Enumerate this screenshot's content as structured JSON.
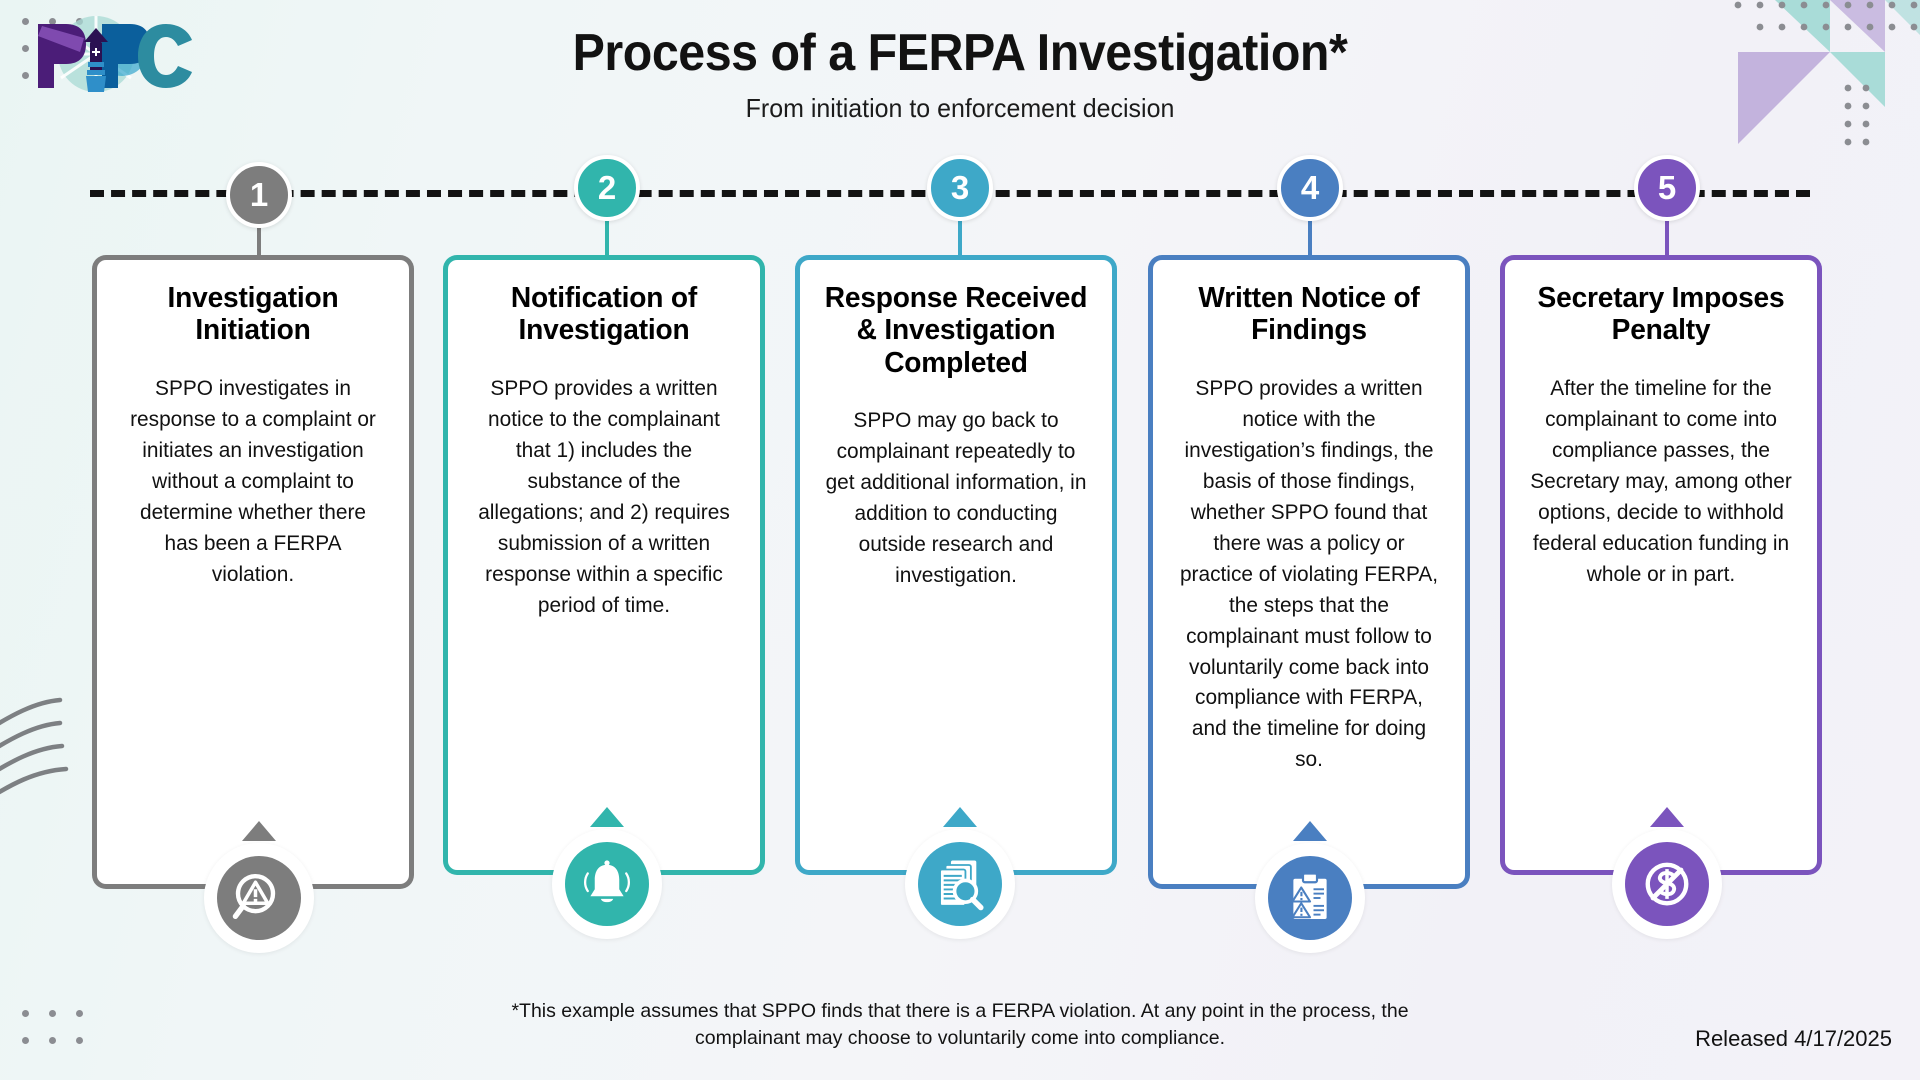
{
  "header": {
    "title": "Process of a FERPA Investigation*",
    "subtitle": "From initiation to enforcement decision"
  },
  "logo": {
    "name": "pipc-logo",
    "letters": "PIPC",
    "alt": "PIPC lighthouse logo"
  },
  "palette": {
    "step1": "#7d7d7d",
    "step2": "#31b5ac",
    "step3": "#3ea8c8",
    "step4": "#4a7fc1",
    "step5": "#7b54bd",
    "dash": "#131313",
    "background_left": "#eaf5f3",
    "background_right": "#f3f2f8",
    "deco_teal": "#a9dcd8",
    "deco_lavender": "#c3b3dd",
    "deco_dot": "#8b8d92",
    "deco_line": "#7d8083"
  },
  "steps": [
    {
      "number": "1",
      "color": "#7d7d7d",
      "title": "Investigation Initiation",
      "body": "SPPO investigates in response to a complaint or initiates an investigation without a complaint to determine whether there has been a FERPA violation.",
      "icon": "magnifier-warning-icon"
    },
    {
      "number": "2",
      "color": "#31b5ac",
      "title": "Notification of Investigation",
      "body": "SPPO provides a written notice to the complainant that 1) includes the substance of the allegations; and 2) requires submission of a written response within a specific period of time.",
      "icon": "bell-icon"
    },
    {
      "number": "3",
      "color": "#3ea8c8",
      "title": "Response Received & Investigation Completed",
      "body": "SPPO may go back to complainant repeatedly to get additional information, in addition to conducting outside research and investigation.",
      "icon": "documents-magnifier-icon"
    },
    {
      "number": "4",
      "color": "#4a7fc1",
      "title": "Written Notice of Findings",
      "body": "SPPO provides a written notice with the investigation’s findings, the basis of those findings, whether SPPO found that there was a policy or practice of violating FERPA, the steps that the complainant must follow to voluntarily come back into compliance with FERPA, and the timeline for doing so.",
      "icon": "clipboard-warning-icon"
    },
    {
      "number": "5",
      "color": "#7b54bd",
      "title": "Secretary Imposes Penalty",
      "body": "After the timeline for the complainant to come into compliance passes, the Secretary may, among other options, decide to withhold federal education funding in whole or in part.",
      "icon": "no-money-icon"
    }
  ],
  "footer": {
    "footnote": "*This example assumes that SPPO finds that there is a FERPA violation. At any point in the process, the complainant may choose to voluntarily come into compliance.",
    "released": "Released 4/17/2025"
  }
}
